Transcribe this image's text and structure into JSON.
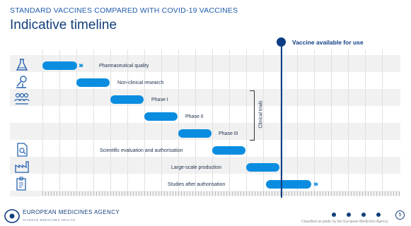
{
  "header": {
    "subtitle": "STANDARD VACCINES COMPARED WITH COVID-19 VACCINES",
    "title": "Indicative timeline"
  },
  "milestone": {
    "label": "Vaccine available for use",
    "color": "#0e3d86"
  },
  "steps": [
    {
      "label": "Pharmaceutical quality",
      "icon": "flask-icon"
    },
    {
      "label": "Non-clinical research",
      "icon": "microscope-icon"
    },
    {
      "label": "Phase I",
      "icon": "people-group-icon"
    },
    {
      "label": "Phase II"
    },
    {
      "label": "Phase III"
    },
    {
      "label": "Scientific evaluation and authorisation",
      "icon": "document-review-icon"
    },
    {
      "label": "Large-scale production",
      "icon": "factory-icon"
    },
    {
      "label": "Studies after authorisation",
      "icon": "clipboard-icon"
    }
  ],
  "clinical_trials_label": "Clinical trials",
  "colors": {
    "bar": "#0a8de0",
    "title": "#123f7c"
  },
  "footer": {
    "agency_name": "EUROPEAN MEDICINES AGENCY",
    "agency_tagline": "SCIENCE MEDICINES HEALTH",
    "page_number": "5",
    "classification": "Classified as public by the European Medicines Agency"
  }
}
